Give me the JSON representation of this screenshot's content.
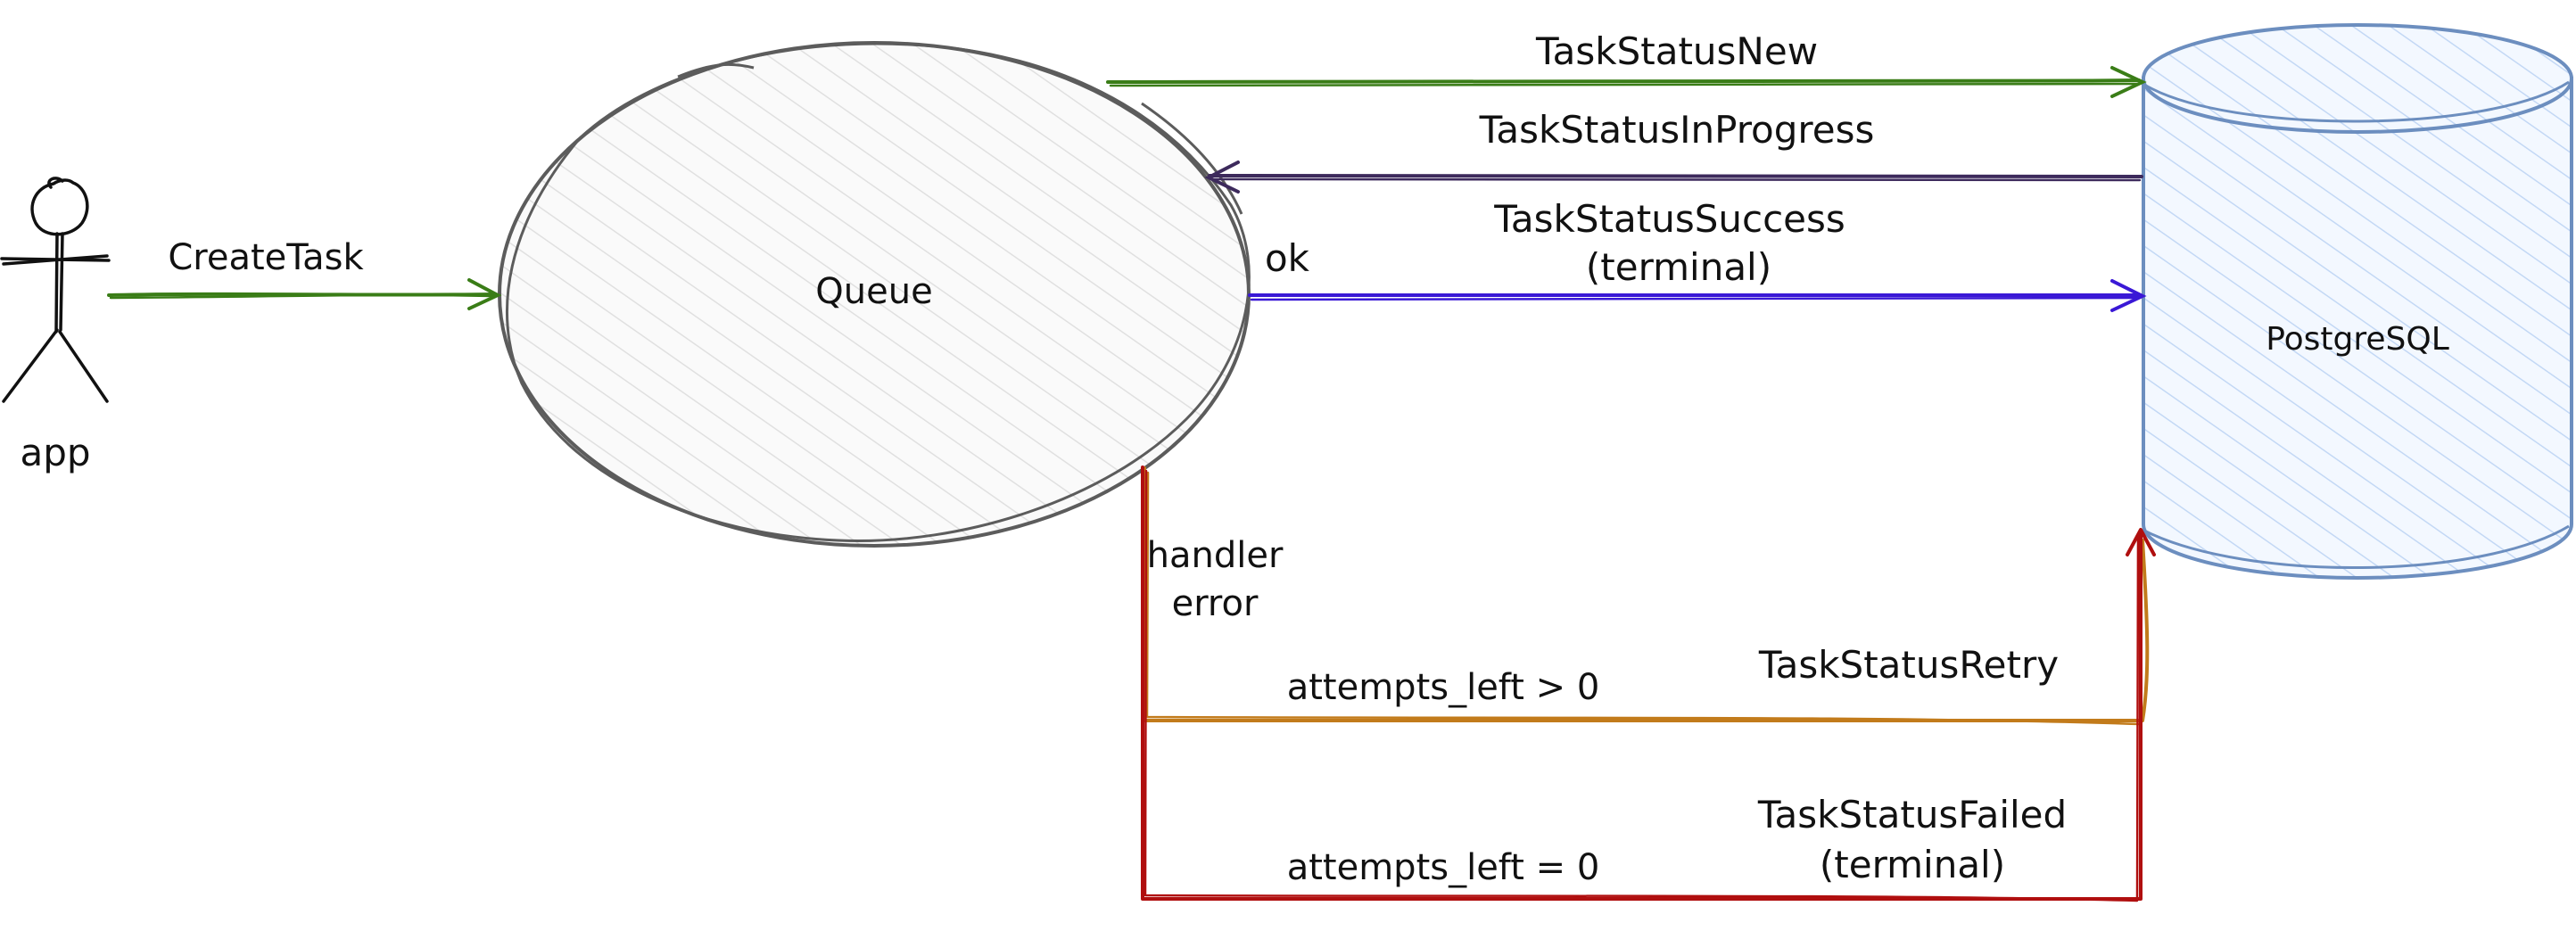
{
  "nodes": {
    "actor": {
      "label": "app"
    },
    "queue": {
      "label": "Queue"
    },
    "database": {
      "label": "PostgreSQL"
    }
  },
  "edges": {
    "create_task": {
      "label": "CreateTask"
    },
    "status_new": {
      "label": "TaskStatusNew"
    },
    "status_in_progress": {
      "label": "TaskStatusInProgress"
    },
    "status_success": {
      "label_line1": "TaskStatusSuccess",
      "label_line2": "(terminal)"
    },
    "ok": {
      "label": "ok"
    },
    "handler_error": {
      "label_line1": "handler",
      "label_line2": "error"
    },
    "retry_condition": {
      "label": "attempts_left > 0"
    },
    "status_retry": {
      "label": "TaskStatusRetry"
    },
    "failed_condition": {
      "label": "attempts_left = 0"
    },
    "status_failed": {
      "label_line1": "TaskStatusFailed",
      "label_line2": "(terminal)"
    }
  },
  "colors": {
    "green": "#3a7d17",
    "purple": "#3d2a5c",
    "blue": "#3a18d6",
    "orange": "#c27b1b",
    "red": "#b00f0f",
    "queue_stroke": "#5c5c5c",
    "queue_fill": "#eeeeee",
    "db_stroke": "#6c8ebf",
    "db_fill": "#dae8fc"
  }
}
